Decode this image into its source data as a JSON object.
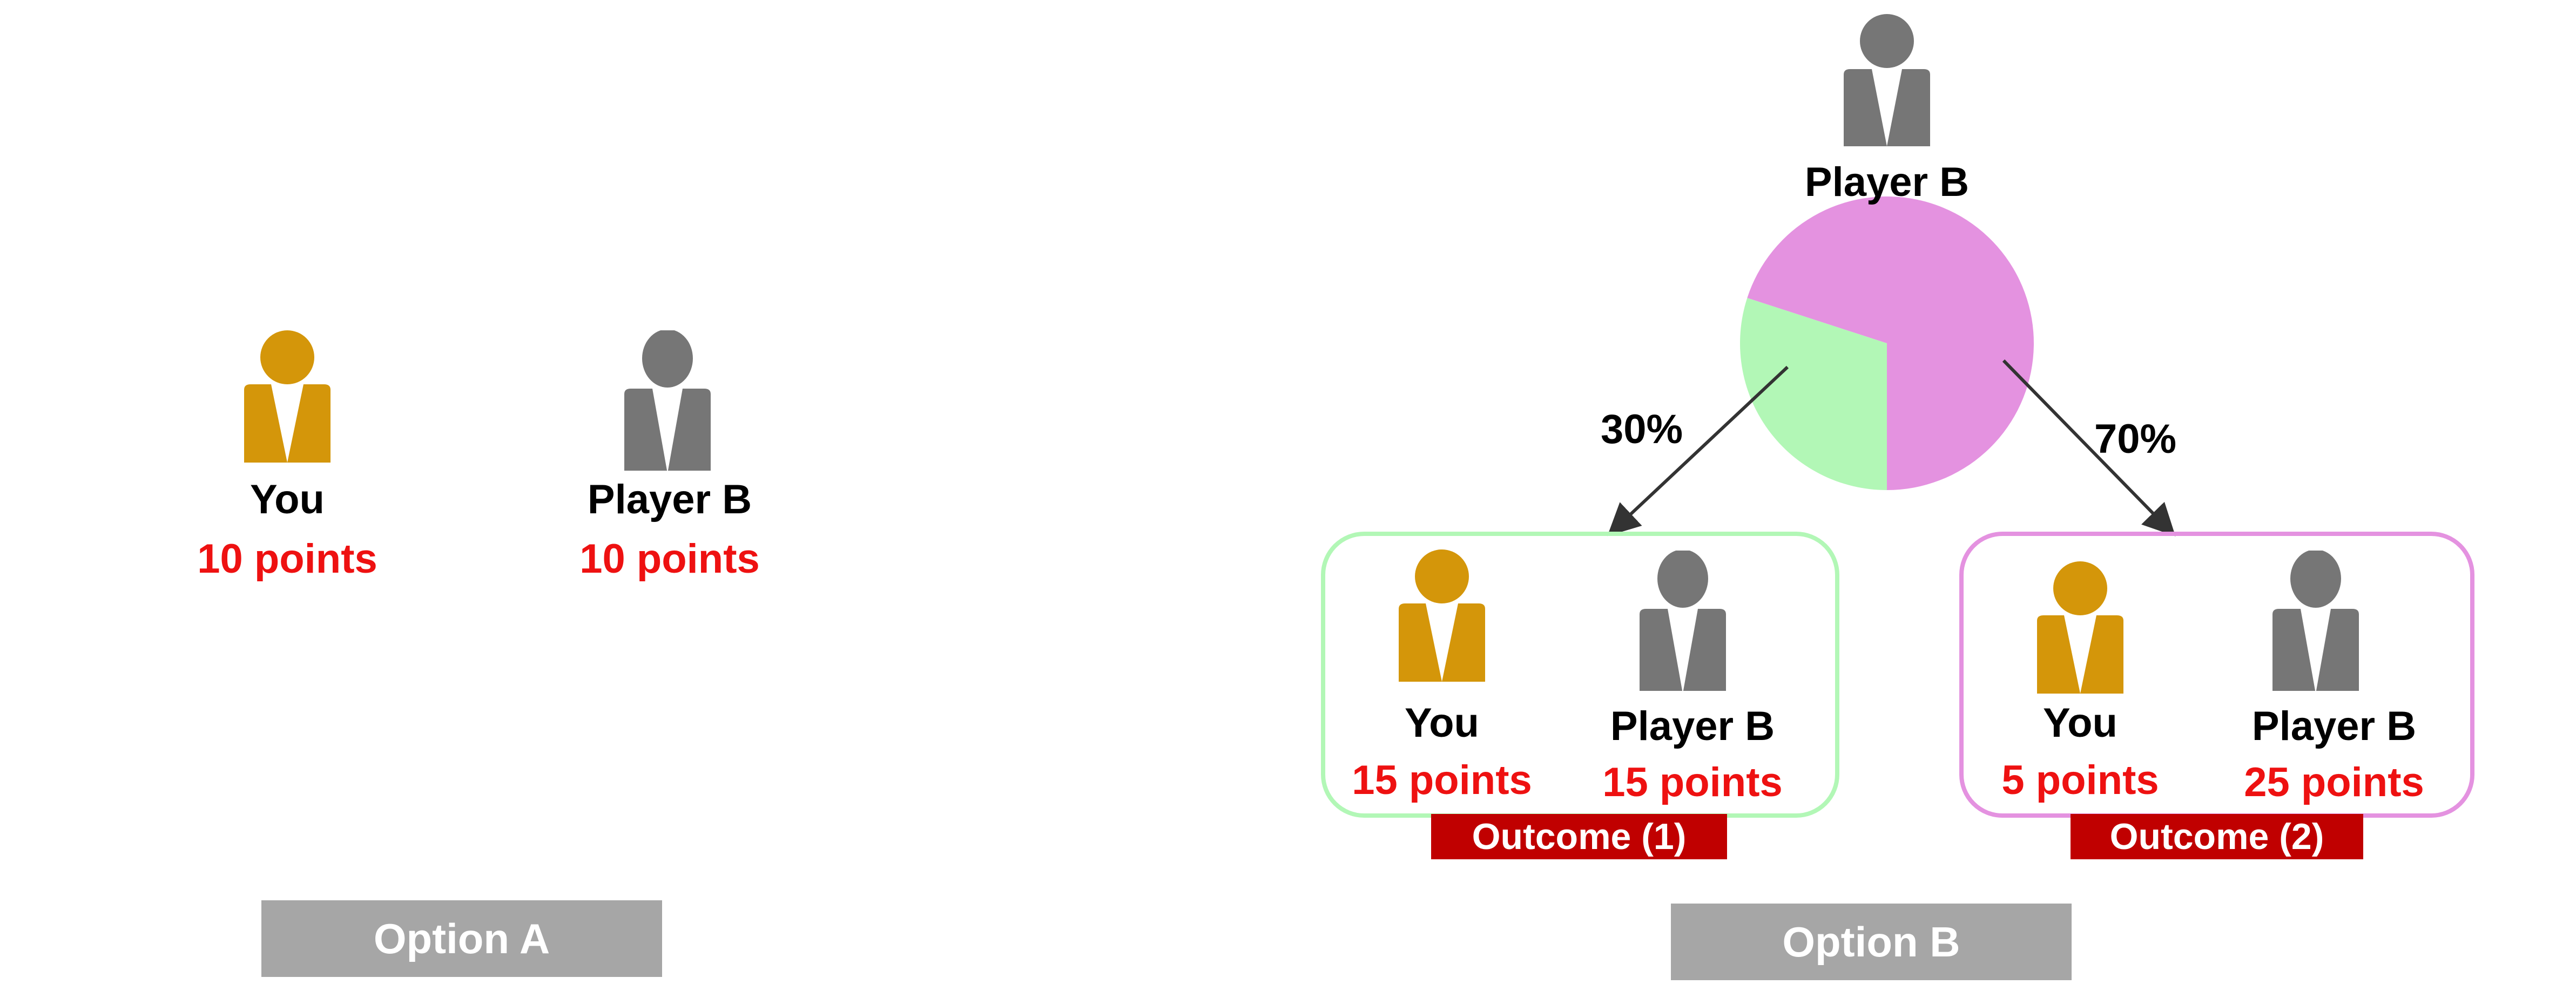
{
  "colors": {
    "you": "#d4960a",
    "player_b": "#767676",
    "points": "#ee1111",
    "option_button": "#a6a6a6",
    "outcome_label": "#c00000",
    "green": "#b2f7b6",
    "pink": "#e492e0"
  },
  "option_a": {
    "you": {
      "name": "You",
      "points": "10 points",
      "icon": "person-icon"
    },
    "player_b": {
      "name": "Player B",
      "points": "10 points",
      "icon": "person-icon"
    },
    "button_label": "Option A"
  },
  "option_b": {
    "chooser": {
      "name": "Player B",
      "icon": "person-icon"
    },
    "chance": [
      {
        "label": "30%",
        "value": 30,
        "color": "green"
      },
      {
        "label": "70%",
        "value": 70,
        "color": "pink"
      }
    ],
    "outcomes": [
      {
        "label": "Outcome (1)",
        "you": {
          "name": "You",
          "points": "15 points"
        },
        "player_b": {
          "name": "Player B",
          "points": "15 points"
        }
      },
      {
        "label": "Outcome (2)",
        "you": {
          "name": "You",
          "points": "5 points"
        },
        "player_b": {
          "name": "Player B",
          "points": "25 points"
        }
      }
    ],
    "button_label": "Option B"
  }
}
